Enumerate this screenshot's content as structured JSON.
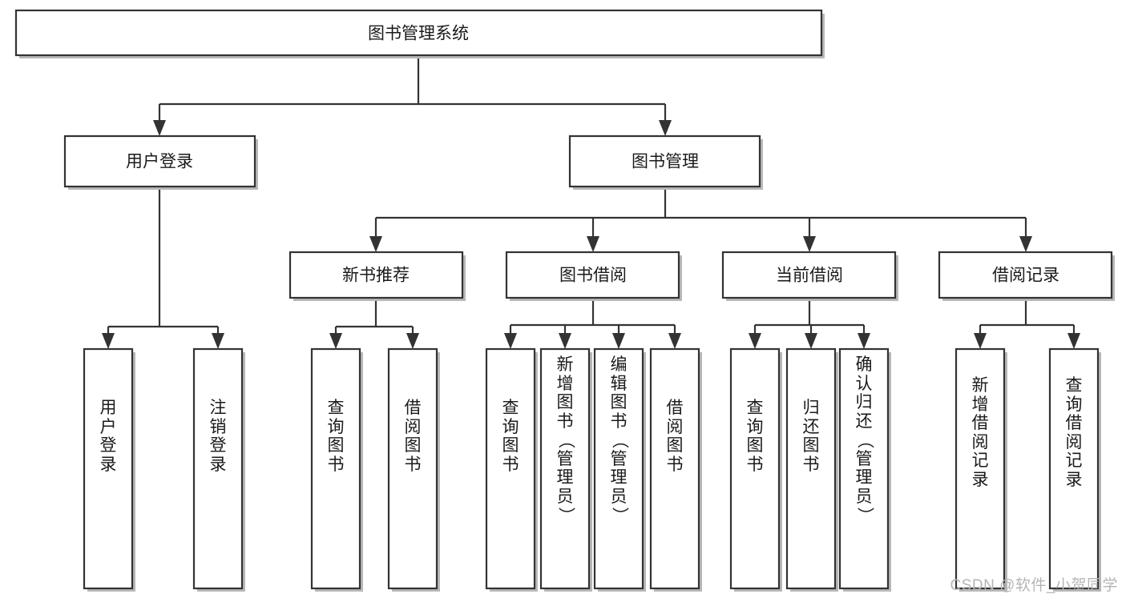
{
  "diagram": {
    "type": "tree",
    "title": "图书管理系统",
    "watermark": "CSDN @软件_小贺同学",
    "colors": {
      "box_fill": "#ffffff",
      "box_stroke": "#333333",
      "text": "#1a1a1a",
      "watermark": "#b5b5b5",
      "background": "#ffffff"
    },
    "nodes": {
      "root": {
        "label": "图书管理系统",
        "orientation": "horizontal",
        "level": 0
      },
      "l1": [
        {
          "label": "用户登录",
          "orientation": "horizontal",
          "level": 1
        },
        {
          "label": "图书管理",
          "orientation": "horizontal",
          "level": 1
        }
      ],
      "l2": [
        {
          "label": "新书推荐",
          "orientation": "horizontal",
          "level": 2
        },
        {
          "label": "图书借阅",
          "orientation": "horizontal",
          "level": 2
        },
        {
          "label": "当前借阅",
          "orientation": "horizontal",
          "level": 2
        },
        {
          "label": "借阅记录",
          "orientation": "horizontal",
          "level": 2
        }
      ],
      "leaves_user_login": [
        {
          "label": "用户登录",
          "orientation": "vertical",
          "level": 2
        },
        {
          "label": "注销登录",
          "orientation": "vertical",
          "level": 2
        }
      ],
      "leaves_new_books": [
        {
          "label": "查询图书",
          "orientation": "vertical",
          "level": 3
        },
        {
          "label": "借阅图书",
          "orientation": "vertical",
          "level": 3
        }
      ],
      "leaves_borrow": [
        {
          "label": "查询图书",
          "orientation": "vertical",
          "level": 3
        },
        {
          "label": "新增图书（管理员）",
          "orientation": "vertical",
          "level": 3
        },
        {
          "label": "编辑图书（管理员）",
          "orientation": "vertical",
          "level": 3
        },
        {
          "label": "借阅图书",
          "orientation": "vertical",
          "level": 3
        }
      ],
      "leaves_current": [
        {
          "label": "查询图书",
          "orientation": "vertical",
          "level": 3
        },
        {
          "label": "归还图书",
          "orientation": "vertical",
          "level": 3
        },
        {
          "label": "确认归还（管理员）",
          "orientation": "vertical",
          "level": 3
        }
      ],
      "leaves_records": [
        {
          "label": "新增借阅记录",
          "orientation": "vertical",
          "level": 3
        },
        {
          "label": "查询借阅记录",
          "orientation": "vertical",
          "level": 3
        }
      ]
    },
    "edges": [
      {
        "from": "图书管理系统",
        "to": "用户登录"
      },
      {
        "from": "图书管理系统",
        "to": "图书管理"
      },
      {
        "from": "用户登录",
        "to": "用户登录"
      },
      {
        "from": "用户登录",
        "to": "注销登录"
      },
      {
        "from": "图书管理",
        "to": "新书推荐"
      },
      {
        "from": "图书管理",
        "to": "图书借阅"
      },
      {
        "from": "图书管理",
        "to": "当前借阅"
      },
      {
        "from": "图书管理",
        "to": "借阅记录"
      },
      {
        "from": "新书推荐",
        "to": "查询图书"
      },
      {
        "from": "新书推荐",
        "to": "借阅图书"
      },
      {
        "from": "图书借阅",
        "to": "查询图书"
      },
      {
        "from": "图书借阅",
        "to": "新增图书（管理员）"
      },
      {
        "from": "图书借阅",
        "to": "编辑图书（管理员）"
      },
      {
        "from": "图书借阅",
        "to": "借阅图书"
      },
      {
        "from": "当前借阅",
        "to": "查询图书"
      },
      {
        "from": "当前借阅",
        "to": "归还图书"
      },
      {
        "from": "当前借阅",
        "to": "确认归还（管理员）"
      },
      {
        "from": "借阅记录",
        "to": "新增借阅记录"
      },
      {
        "from": "借阅记录",
        "to": "查询借阅记录"
      }
    ]
  }
}
